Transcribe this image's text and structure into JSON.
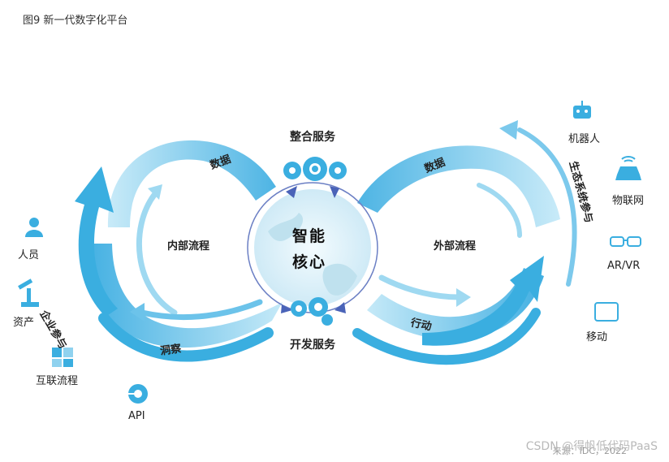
{
  "figure_title": "图9 新一代数字化平台",
  "center": {
    "line1": "智能",
    "line2": "核心"
  },
  "top_service": "整合服务",
  "bottom_service": "开发服务",
  "left_loop": {
    "title": "内部流程",
    "arrow_top": "数据",
    "arrow_bottom": "洞察",
    "side": "企业参与"
  },
  "right_loop": {
    "title": "外部流程",
    "arrow_top": "数据",
    "arrow_bottom": "行动",
    "side": "生态系统参与"
  },
  "left_items": [
    {
      "label": "人员",
      "icon": "person-icon"
    },
    {
      "label": "资产",
      "icon": "robot-arm-icon"
    },
    {
      "label": "互联流程",
      "icon": "puzzle-icon"
    },
    {
      "label": "API",
      "icon": "gear-api-icon"
    }
  ],
  "right_items": [
    {
      "label": "机器人",
      "icon": "robot-icon"
    },
    {
      "label": "物联网",
      "icon": "iot-car-icon"
    },
    {
      "label": "AR/VR",
      "icon": "vr-glasses-icon"
    },
    {
      "label": "移动",
      "icon": "tablet-icon"
    }
  ],
  "source": "来源：IDC，2022",
  "watermark": "CSDN @得帆低代码PaaS",
  "colors": {
    "primary": "#3aaee0",
    "light": "#c9ecf8",
    "text": "#222222",
    "globe": "#dff3fb"
  }
}
